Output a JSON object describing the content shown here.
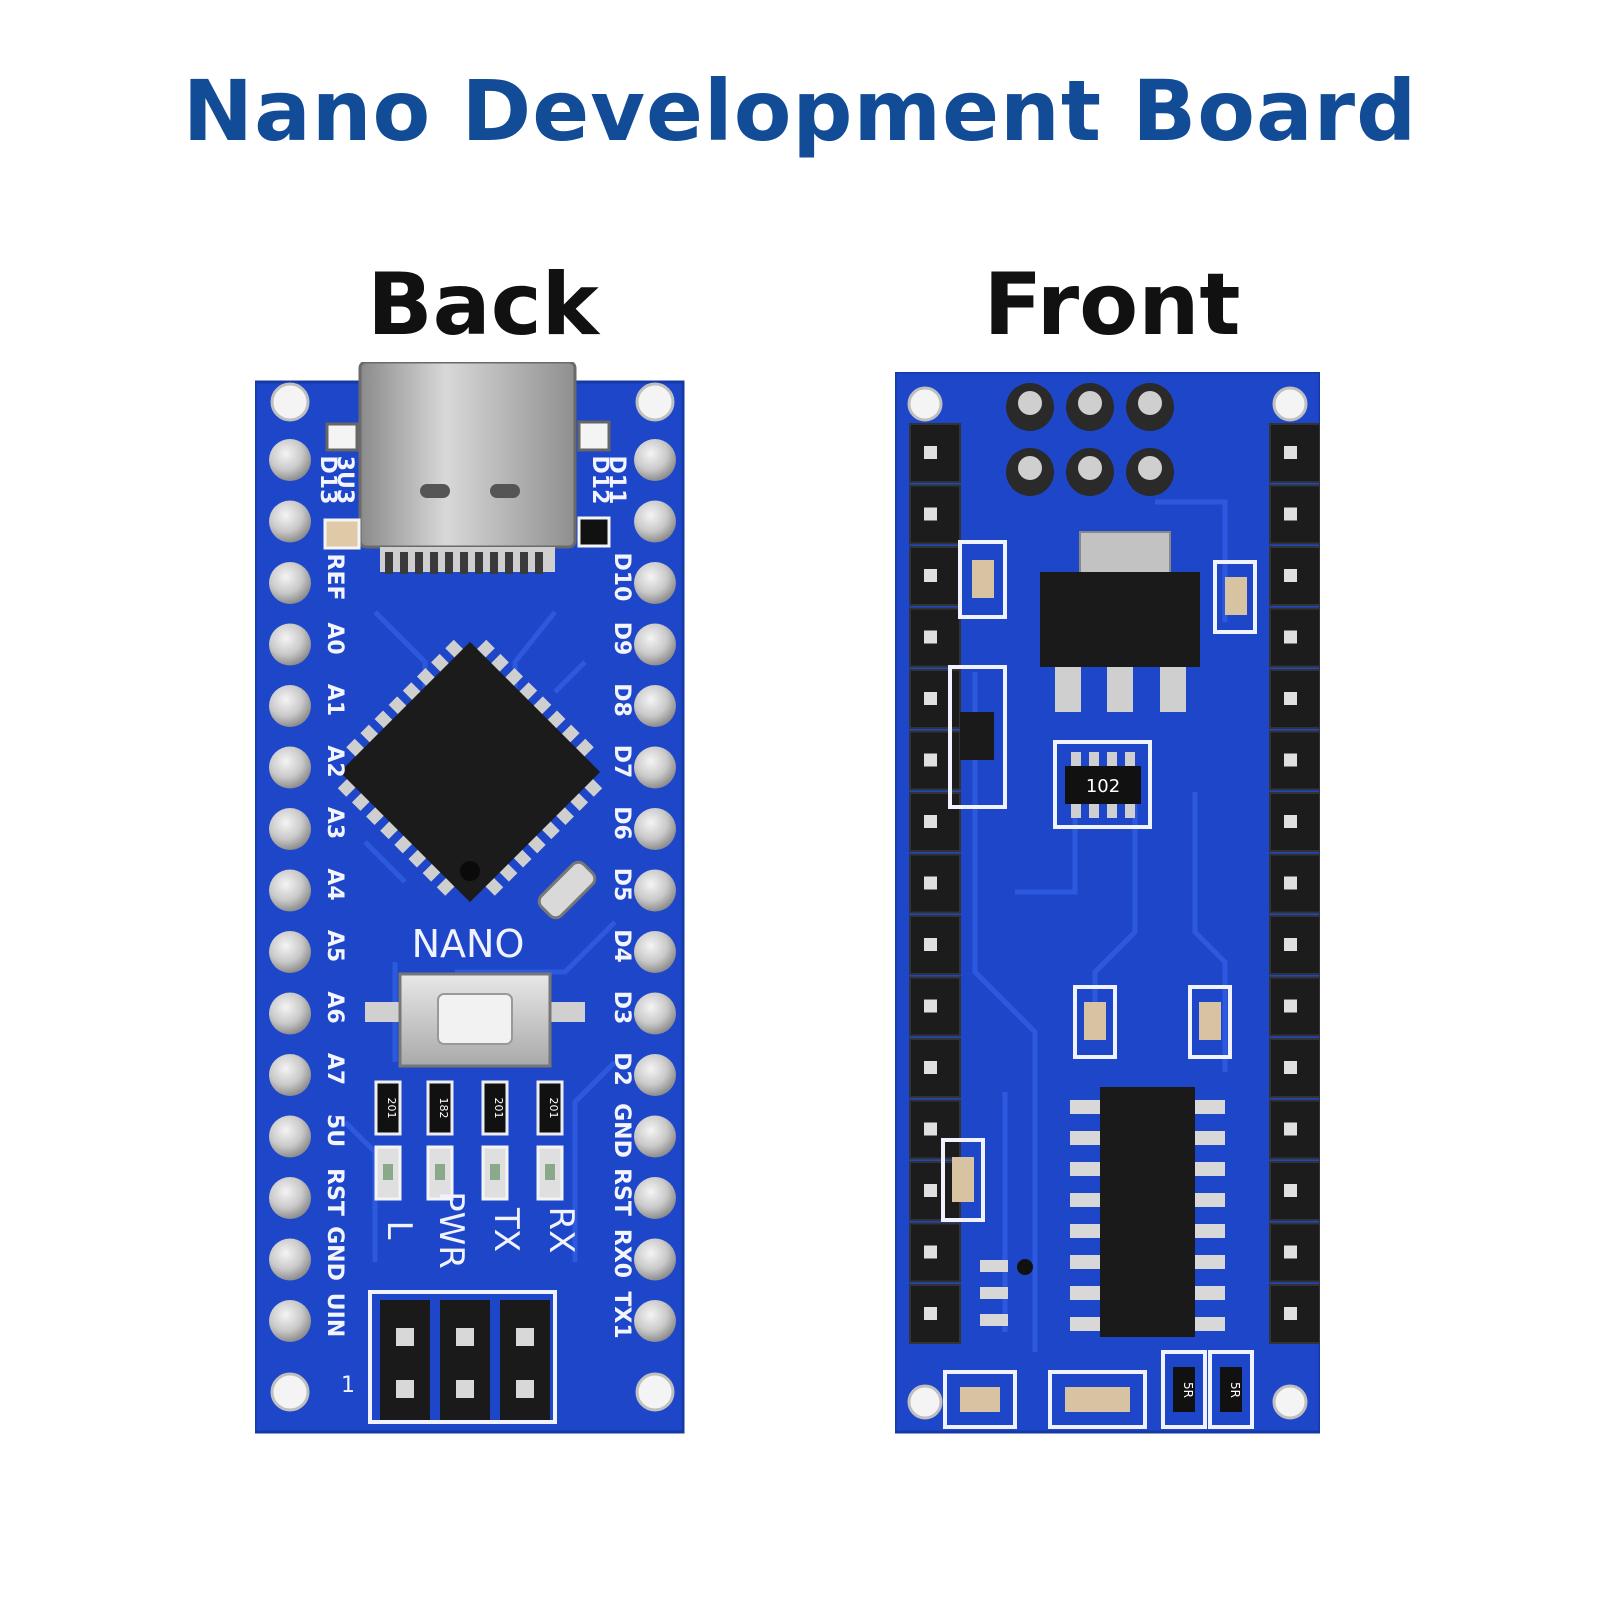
{
  "title": "Nano Development Board",
  "sides": {
    "back": "Back",
    "front": "Front"
  },
  "colors": {
    "title": "#124c96",
    "pcb": "#1e46c8",
    "pcb_dark": "#1434a0",
    "silkscreen": "#f0f2ff"
  },
  "back": {
    "silk_nano": "NANO",
    "left_pins": [
      "REF",
      "A0",
      "A1",
      "A2",
      "A3",
      "A4",
      "A5",
      "A6",
      "A7",
      "5U",
      "RST",
      "GND",
      "UIN"
    ],
    "right_pins": [
      "D10",
      "D9",
      "D8",
      "D7",
      "D6",
      "D5",
      "D4",
      "D3",
      "D2",
      "GND",
      "RST",
      "RX0",
      "TX1"
    ],
    "top_left_pins": [
      "D13",
      "3U3"
    ],
    "top_right_pins": [
      "D12",
      "D11"
    ],
    "led_labels": [
      "L",
      "PWR",
      "TX",
      "RX"
    ],
    "resistor_codes": [
      "201",
      "182",
      "201",
      "201"
    ],
    "pin1_mark": "1"
  },
  "front": {
    "resistor_network_code": "102",
    "bottom_resistor_codes": [
      "5R",
      "5R"
    ]
  }
}
